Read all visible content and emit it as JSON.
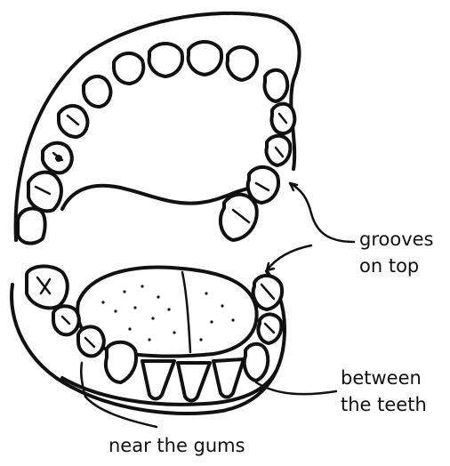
{
  "labels": {
    "grooves_line1": "grooves",
    "grooves_line2": "on top",
    "between_line1": "between",
    "between_line2": "the teeth",
    "gums": "near the gums"
  },
  "colors": {
    "ink": "#111111",
    "background": "#ffffff"
  }
}
